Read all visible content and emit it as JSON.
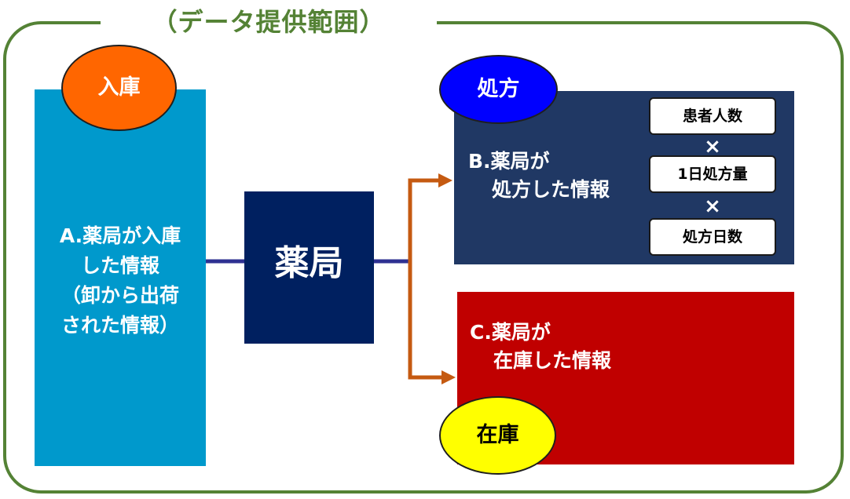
{
  "frame": {
    "title": "（データ提供範囲）",
    "color": "#548235"
  },
  "box_a": {
    "lines": [
      "A.薬局が入庫",
      "した情報",
      "（卸から出荷",
      "された情報）"
    ],
    "color": "#0099CC"
  },
  "pharmacy": {
    "label": "薬局",
    "color": "#002060"
  },
  "box_b": {
    "line1": "B.薬局が",
    "line2": "処方した情報",
    "color": "#203864",
    "factors": [
      "患者人数",
      "1日処方量",
      "処方日数"
    ],
    "operator": "×"
  },
  "box_c": {
    "line1": "C.薬局が",
    "line2": "在庫した情報",
    "color": "#C00000"
  },
  "badges": {
    "nyuko": {
      "label": "入庫",
      "color": "#FF6600"
    },
    "shoho": {
      "label": "処方",
      "color": "#0000FF"
    },
    "zaiko": {
      "label": "在庫",
      "color": "#FFFF00"
    }
  },
  "connector_colors": {
    "line": "#2E3192",
    "arrow": "#C55A11"
  }
}
